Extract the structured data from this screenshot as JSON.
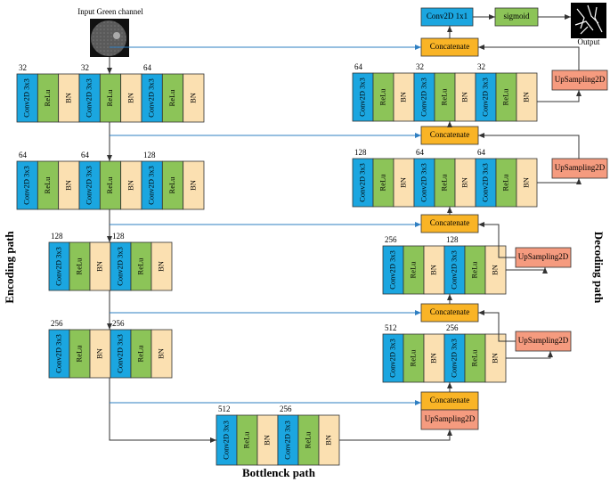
{
  "labels": {
    "input": "Input Green channel",
    "output": "Output",
    "encoding": "Encoding path",
    "decoding": "Decoding path",
    "bottleneck": "Bottlenck path",
    "conv": "Conv2D 3x3",
    "relu": "ReLu",
    "bn": "BN",
    "concat": "Concatenate",
    "upsampling": "UpSampling2D",
    "conv1x1": "Conv2D 1x1",
    "sigmoid": "sigmoid"
  },
  "colors": {
    "conv": "#1ba6e0",
    "relu": "#8cc458",
    "bn": "#fbe0b1",
    "concat": "#f9b426",
    "upsampling": "#f59b7f",
    "skip_arrow": "#2e7fc2",
    "flow_arrow": "#333333"
  },
  "blocks": {
    "enc1": [
      "32",
      "32",
      "64"
    ],
    "enc2": [
      "64",
      "64",
      "128"
    ],
    "enc3": [
      "128",
      "128"
    ],
    "enc4": [
      "256",
      "256"
    ],
    "bottleneck": [
      "512",
      "256"
    ],
    "dec1": [
      "64",
      "32",
      "32"
    ],
    "dec2": [
      "128",
      "64",
      "64"
    ],
    "dec3": [
      "256",
      "128"
    ],
    "dec4": [
      "512",
      "256"
    ]
  }
}
